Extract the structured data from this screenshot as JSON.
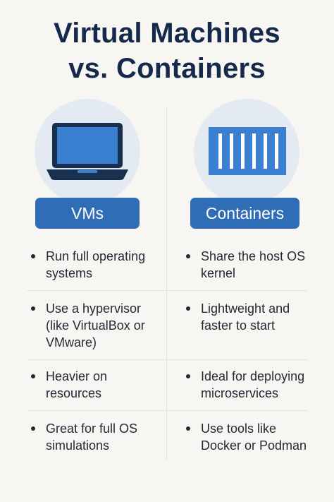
{
  "title": {
    "line1": "Virtual Machines",
    "line2": "vs. Containers"
  },
  "columns": [
    {
      "label": "VMs",
      "icon": "laptop-icon",
      "bullets": [
        "Run full operating systems",
        "Use a hypervisor (like VirtualBox or VMware)",
        "Heavier on resources",
        "Great for full OS simulations"
      ]
    },
    {
      "label": "Containers",
      "icon": "shipping-container-icon",
      "bullets": [
        "Share the host OS kernel",
        "Lightweight and faster to start",
        "Ideal for deploying microservices",
        "Use tools like Docker or Podman"
      ]
    }
  ],
  "colors": {
    "accent": "#2f6db7",
    "title": "#15294a",
    "circle": "#e4eaf1",
    "background": "#f8f6f2"
  }
}
